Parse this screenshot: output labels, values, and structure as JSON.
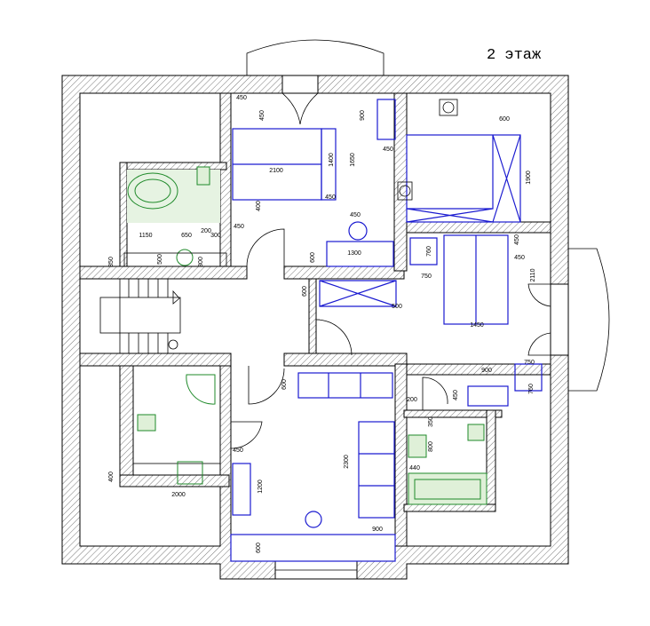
{
  "plan": {
    "title": "2 этаж",
    "colors": {
      "walls": "#000000",
      "furniture": "#1a1ad0",
      "plumbing": "#1f8a2a"
    },
    "dims": [
      "450",
      "450",
      "900",
      "600",
      "1400",
      "1650",
      "2100",
      "1900",
      "450",
      "450",
      "400",
      "450",
      "450",
      "1150",
      "650",
      "200",
      "300",
      "500",
      "300",
      "350",
      "600",
      "1300",
      "760",
      "450",
      "450",
      "2110",
      "750",
      "600",
      "500",
      "1450",
      "900",
      "750",
      "760",
      "450",
      "200",
      "350",
      "800",
      "440",
      "600",
      "450",
      "1200",
      "400",
      "2000",
      "2300",
      "900",
      "600"
    ]
  }
}
